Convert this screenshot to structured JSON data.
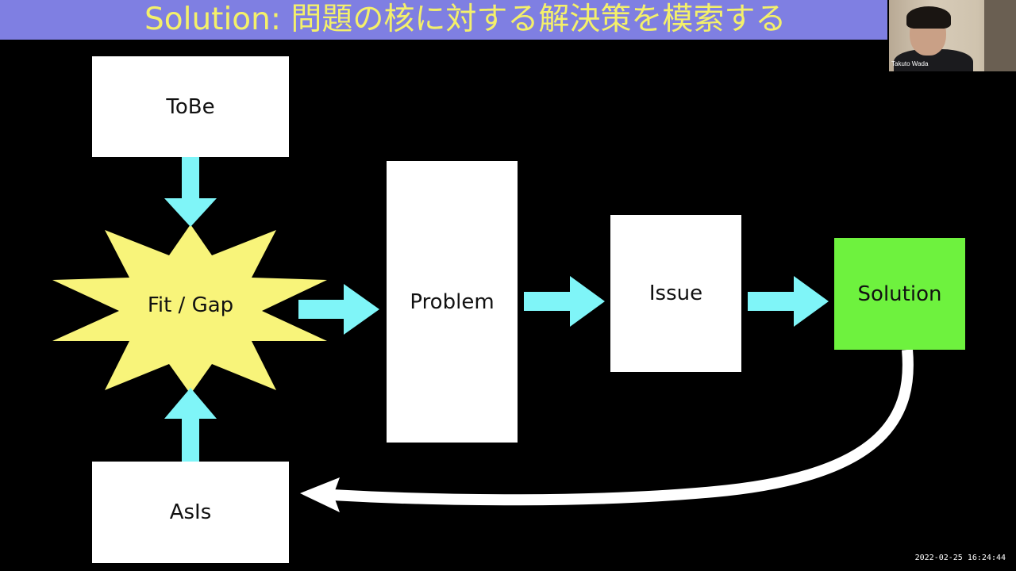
{
  "slide": {
    "title": "Solution: 問題の核に対する解決策を模索する"
  },
  "diagram": {
    "nodes": {
      "tobe": "ToBe",
      "fit_gap": "Fit / Gap",
      "problem": "Problem",
      "issue": "Issue",
      "solution": "Solution",
      "asis": "AsIs"
    }
  },
  "video": {
    "participant_name": "Takuto Wada"
  },
  "timestamp": "2022-02-25 16:24:44",
  "colors": {
    "background": "#000000",
    "title_bar": "#7f7fe2",
    "title_text": "#f4f06a",
    "box": "#ffffff",
    "solution_box": "#6ef23e",
    "burst": "#f8f47a",
    "arrow": "#7ff5f8",
    "feedback_arrow": "#ffffff"
  }
}
